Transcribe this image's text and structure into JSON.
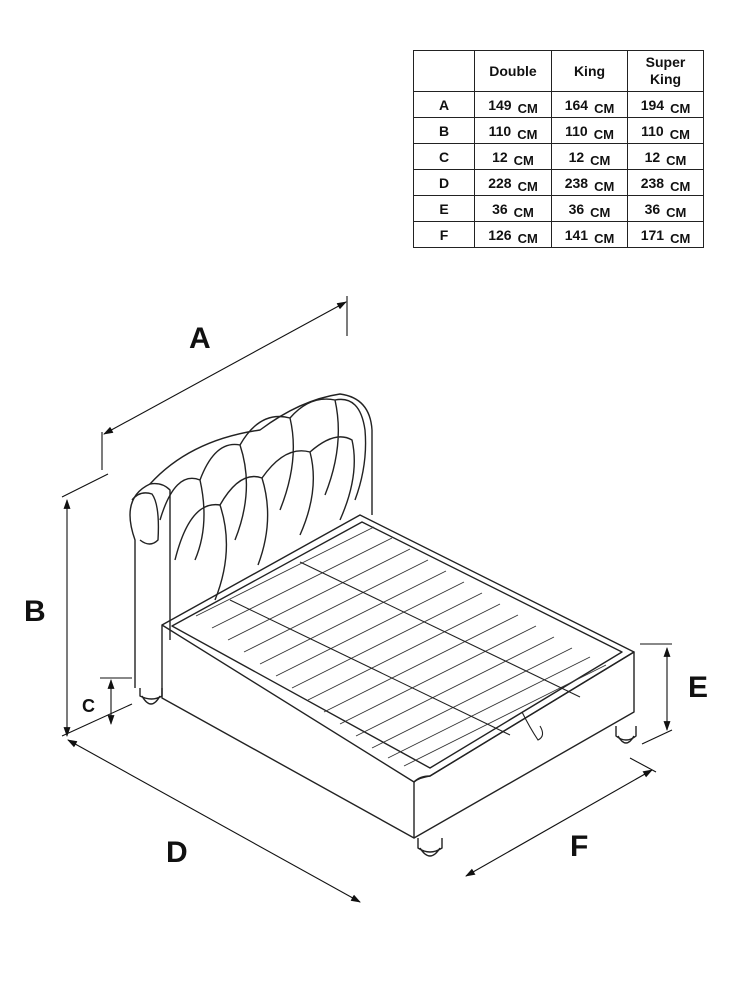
{
  "table": {
    "columns": [
      "Double",
      "King",
      "Super\nKing"
    ],
    "unit": "CM",
    "rows": [
      {
        "label": "A",
        "values": [
          "149",
          "164",
          "194"
        ]
      },
      {
        "label": "B",
        "values": [
          "110",
          "110",
          "110"
        ]
      },
      {
        "label": "C",
        "values": [
          "12",
          "12",
          "12"
        ]
      },
      {
        "label": "D",
        "values": [
          "228",
          "238",
          "238"
        ]
      },
      {
        "label": "E",
        "values": [
          "36",
          "36",
          "36"
        ]
      },
      {
        "label": "F",
        "values": [
          "126",
          "141",
          "171"
        ]
      }
    ]
  },
  "labels": {
    "a": "A",
    "b": "B",
    "c": "C",
    "d": "D",
    "e": "E",
    "f": "F"
  }
}
